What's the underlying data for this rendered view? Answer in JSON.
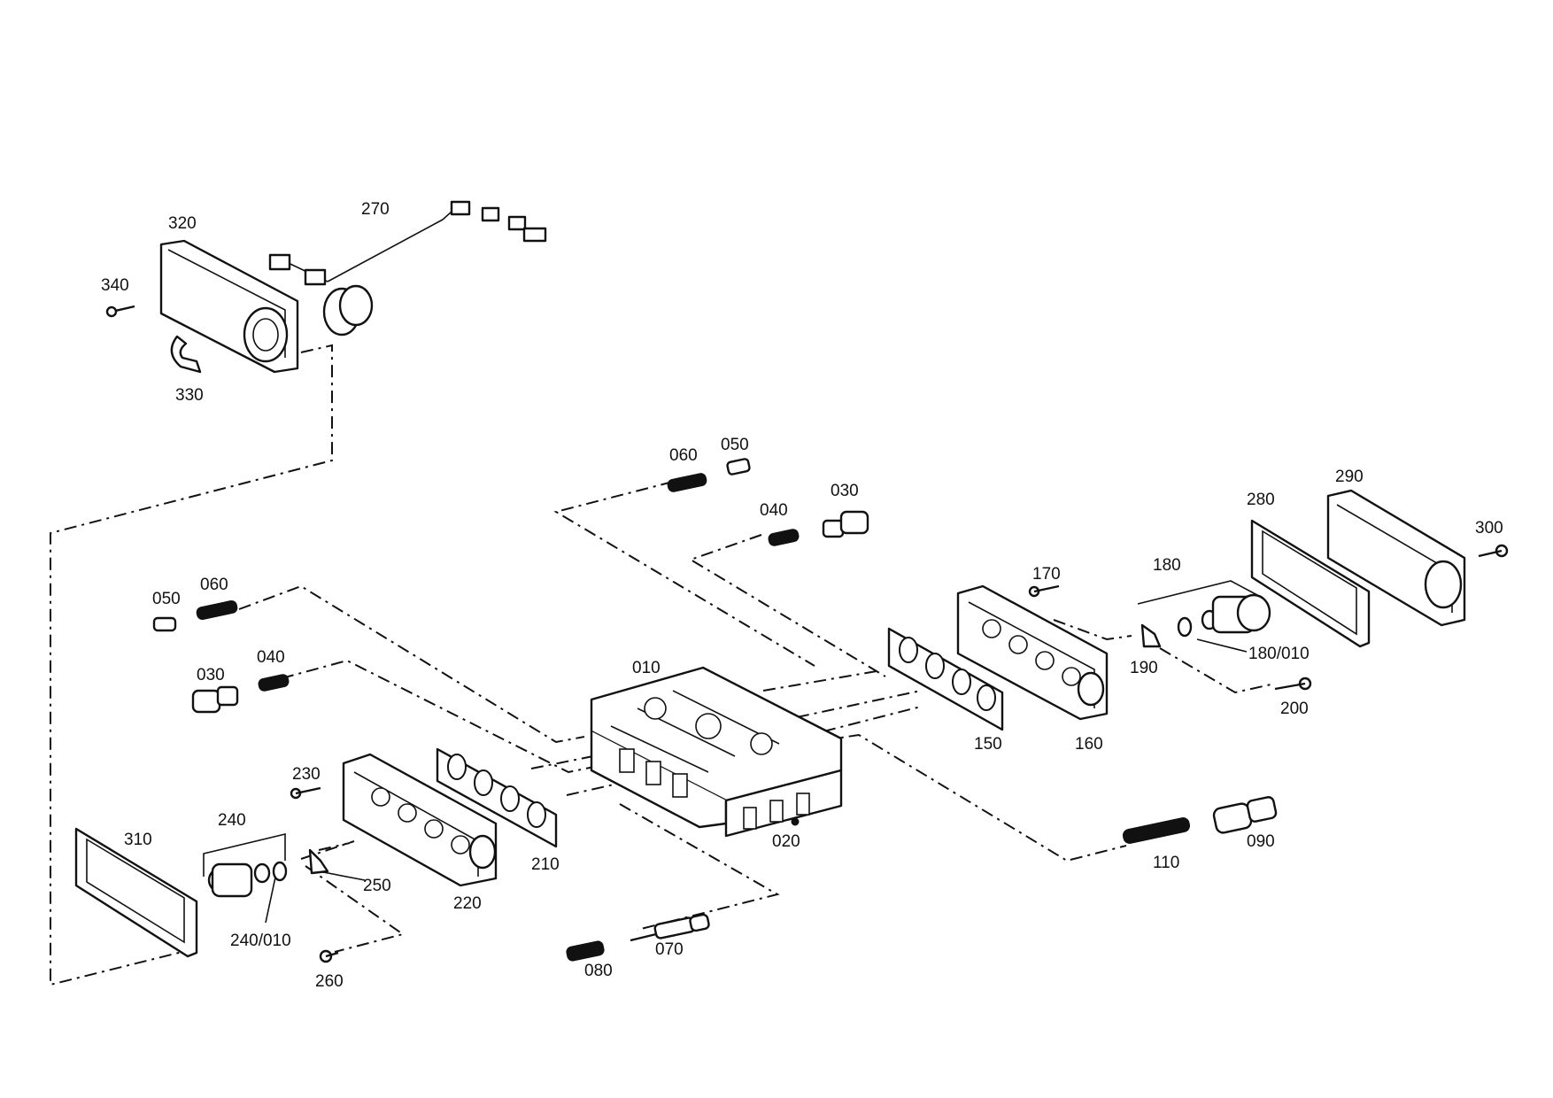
{
  "diagram": {
    "labels": {
      "p010": "010",
      "p020": "020",
      "p030a": "030",
      "p030b": "030",
      "p040a": "040",
      "p040b": "040",
      "p050a": "050",
      "p050b": "050",
      "p060a": "060",
      "p060b": "060",
      "p070": "070",
      "p080": "080",
      "p090": "090",
      "p110": "110",
      "p150": "150",
      "p160": "160",
      "p170": "170",
      "p180": "180",
      "p180_010": "180/010",
      "p190": "190",
      "p200": "200",
      "p210": "210",
      "p220": "220",
      "p230": "230",
      "p240": "240",
      "p240_010": "240/010",
      "p250": "250",
      "p260": "260",
      "p270": "270",
      "p280": "280",
      "p290": "290",
      "p300": "300",
      "p310": "310",
      "p320": "320",
      "p330": "330",
      "p340": "340"
    }
  }
}
